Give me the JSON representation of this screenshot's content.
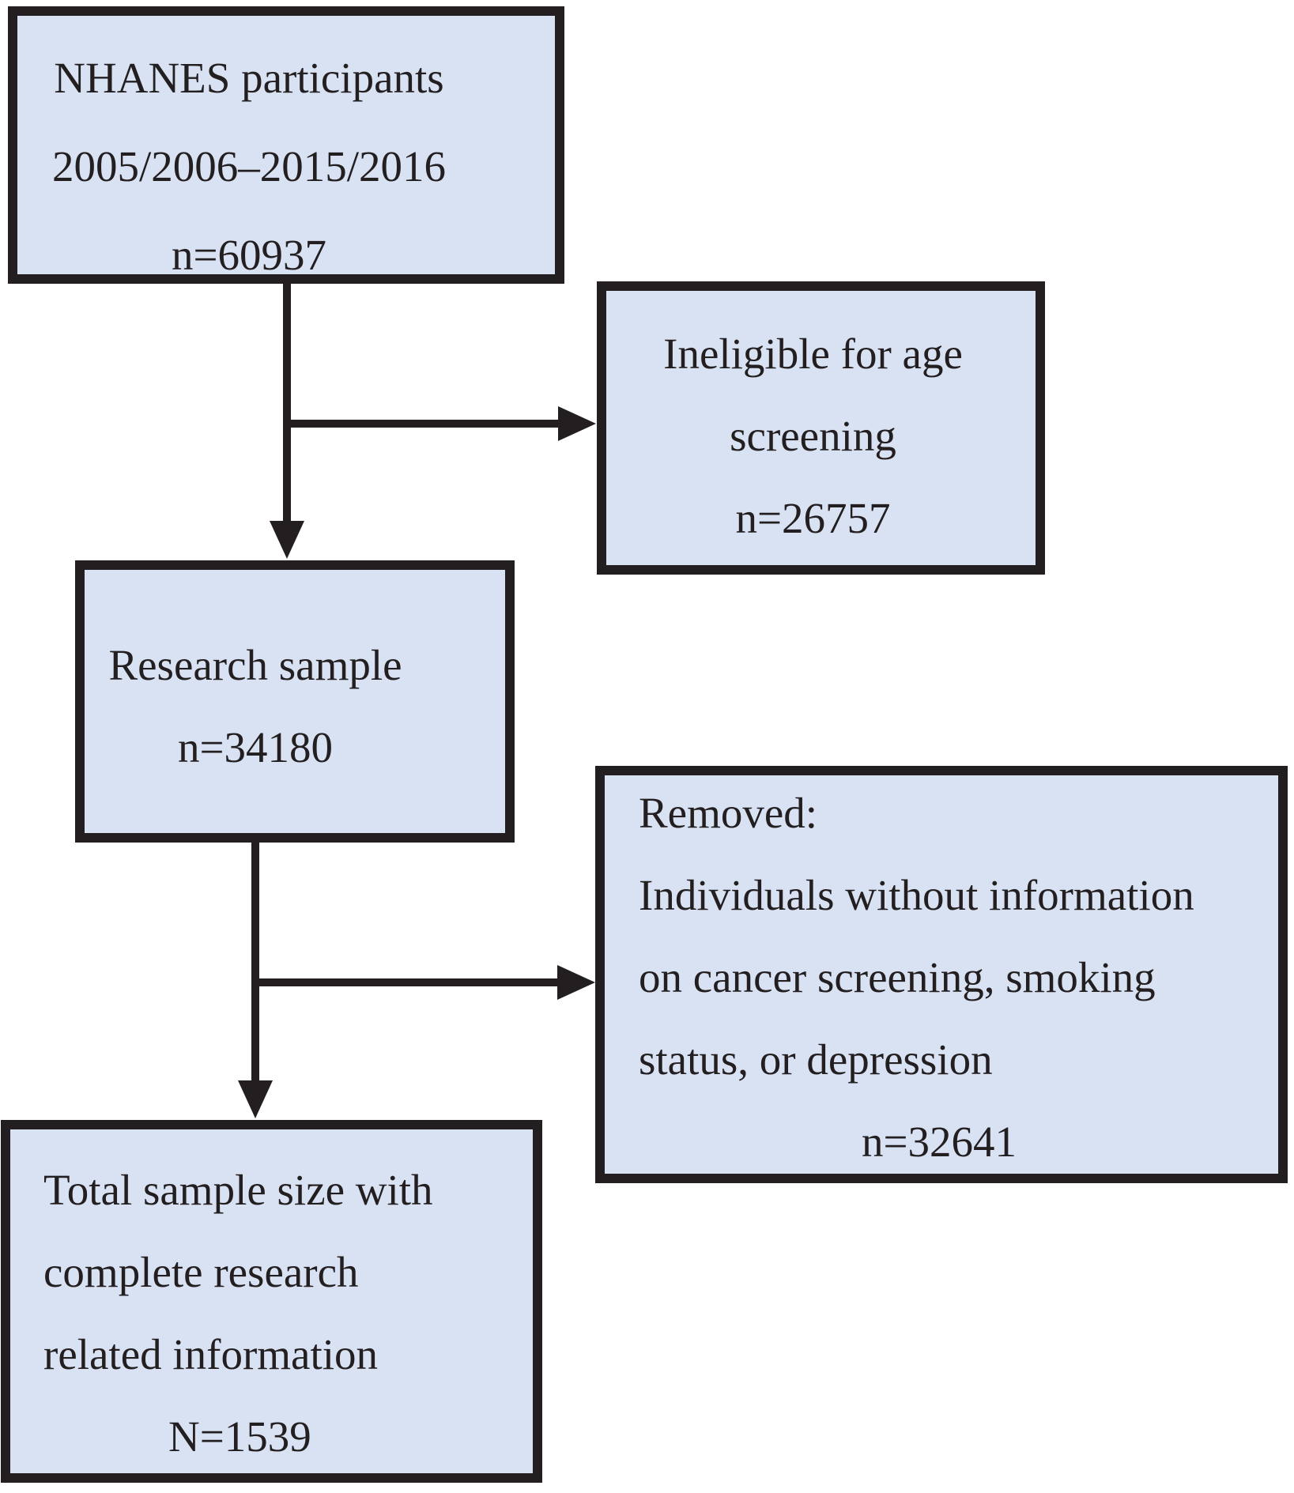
{
  "figure": {
    "type": "participant-flow-diagram",
    "background_color": "#ffffff",
    "box_fill_color": "#d9e2f3",
    "box_border_color": "#231f20",
    "text_color": "#231f20"
  },
  "boxes": {
    "nhanes": {
      "lines": [
        "NHANES participants",
        "2005/2006–2015/2016",
        "n=60937"
      ]
    },
    "ineligible": {
      "lines": [
        "Ineligible for age",
        "screening",
        "n=26757"
      ]
    },
    "research": {
      "lines": [
        "Research sample",
        "n=34180"
      ]
    },
    "removed": {
      "lines": [
        "Removed:",
        "Individuals without information",
        "on cancer screening, smoking",
        "status, or depression",
        "n=32641"
      ]
    },
    "total": {
      "lines": [
        "Total sample size with",
        "complete research",
        "related information",
        "N=1539"
      ]
    }
  }
}
